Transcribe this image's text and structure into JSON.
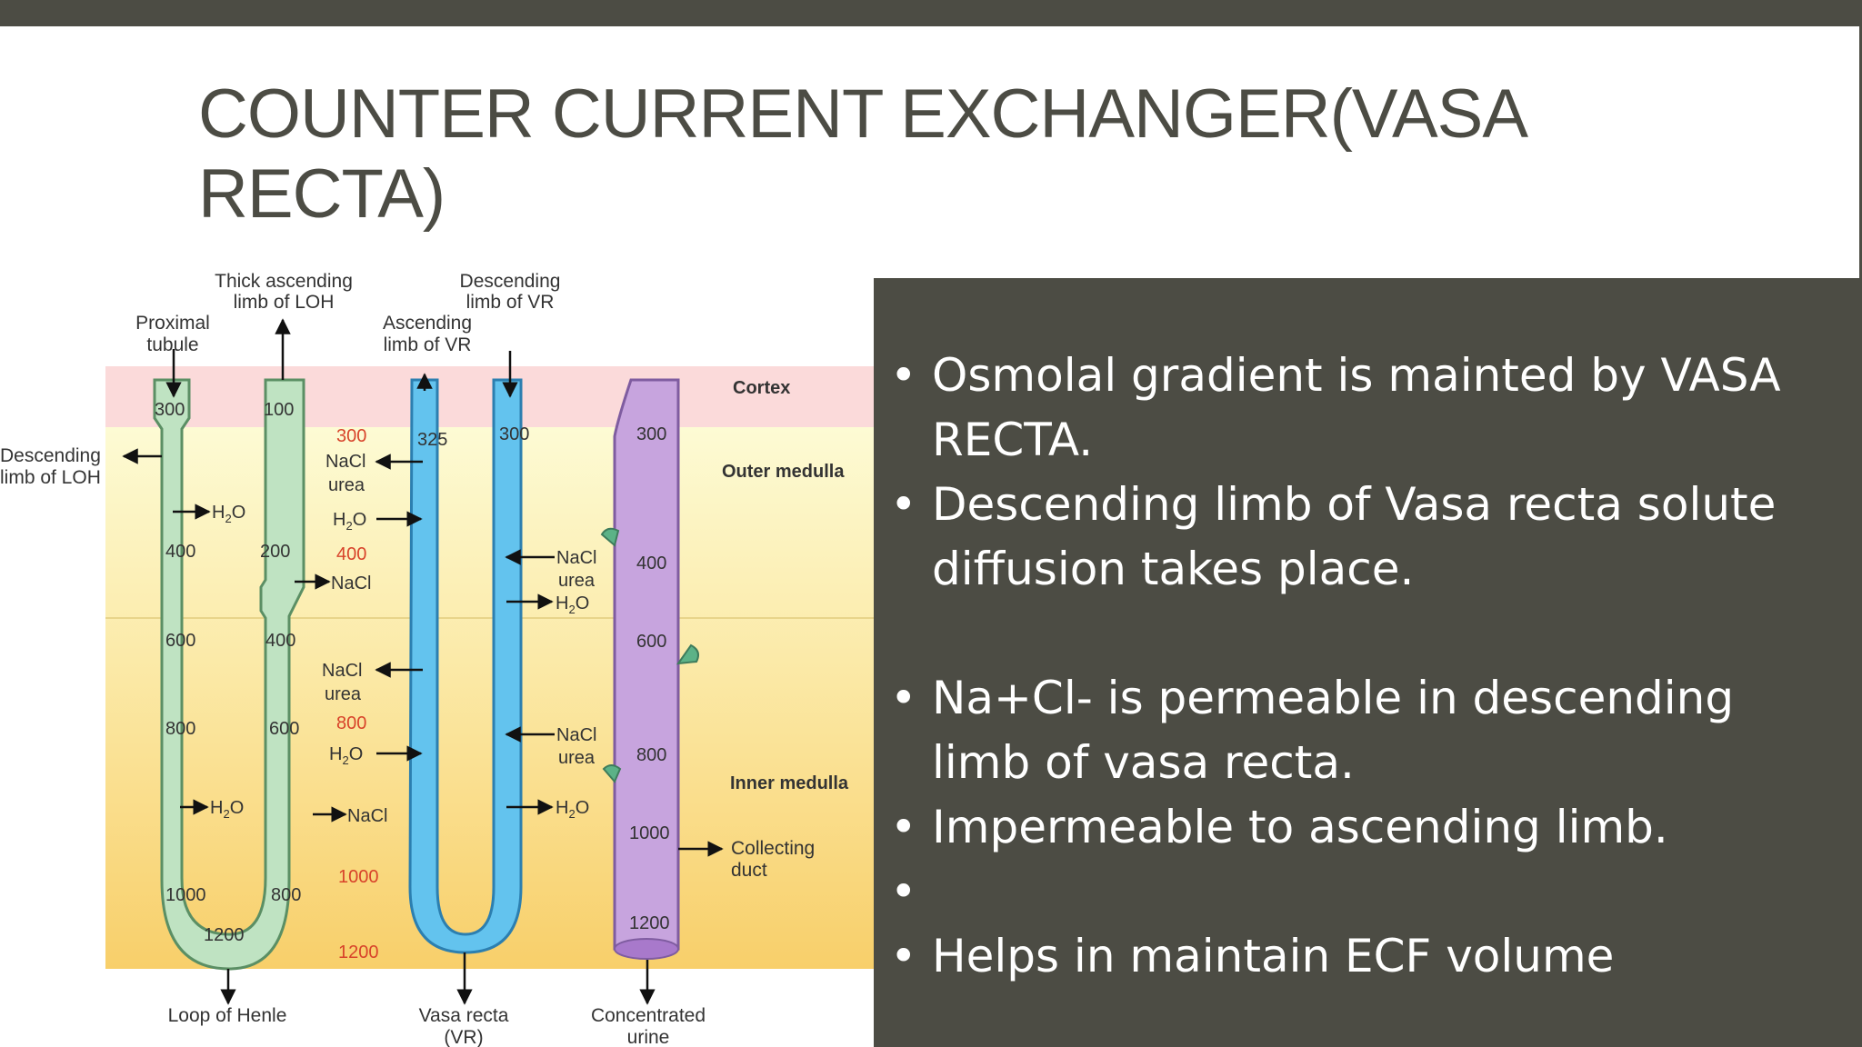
{
  "slide": {
    "title": "COUNTER CURRENT EXCHANGER(VASA RECTA)",
    "colors": {
      "frame": "#4c4c44",
      "text_light": "#ffffff",
      "title": "#4c4c44"
    },
    "bullets": [
      "Osmolal gradient is mainted by VASA RECTA.",
      "Descending limb of Vasa recta solute diffusion takes place.",
      "",
      "Na+Cl- is permeable in descending limb of vasa recta.",
      "Impermeable to ascending limb.",
      "",
      "Helps in maintain ECF volume"
    ],
    "bullet_symbol": "•"
  },
  "diagram": {
    "labels": {
      "thick_ascending": [
        "Thick ascending",
        "limb of LOH"
      ],
      "descending_vr": [
        "Descending",
        "limb of VR"
      ],
      "proximal": [
        "Proximal",
        "tubule"
      ],
      "ascending_vr": [
        "Ascending",
        "limb of VR"
      ],
      "descending_loh": [
        "Descending",
        "limb of LOH"
      ],
      "cortex": "Cortex",
      "outer_medulla": "Outer medulla",
      "inner_medulla": "Inner medulla",
      "collecting_duct": [
        "Collecting",
        "duct"
      ],
      "loop_of_henle": "Loop of Henle",
      "vasa_recta": [
        "Vasa recta",
        "(VR)"
      ],
      "concentrated_urine": [
        "Concentrated",
        "urine"
      ]
    },
    "loop_values": {
      "desc_300": "300",
      "asc_100": "100",
      "desc_400": "400",
      "asc_200": "200",
      "desc_600": "600",
      "asc_400": "400",
      "desc_800": "800",
      "asc_600": "600",
      "desc_1000": "1000",
      "asc_800": "800",
      "bottom_1200": "1200"
    },
    "interstitial_values": {
      "v300": "300",
      "v400": "400",
      "v800": "800",
      "v1000": "1000",
      "v1200": "1200"
    },
    "vr_values": {
      "asc_325": "325",
      "desc_300": "300"
    },
    "cd_values": {
      "c300": "300",
      "c400": "400",
      "c600": "600",
      "c800": "800",
      "c1000": "1000",
      "c1200": "1200"
    },
    "chem": {
      "nacl": "NaCl",
      "urea": "urea",
      "h2o_h": "H",
      "h2o_sub": "2",
      "h2o_o": "O"
    }
  }
}
